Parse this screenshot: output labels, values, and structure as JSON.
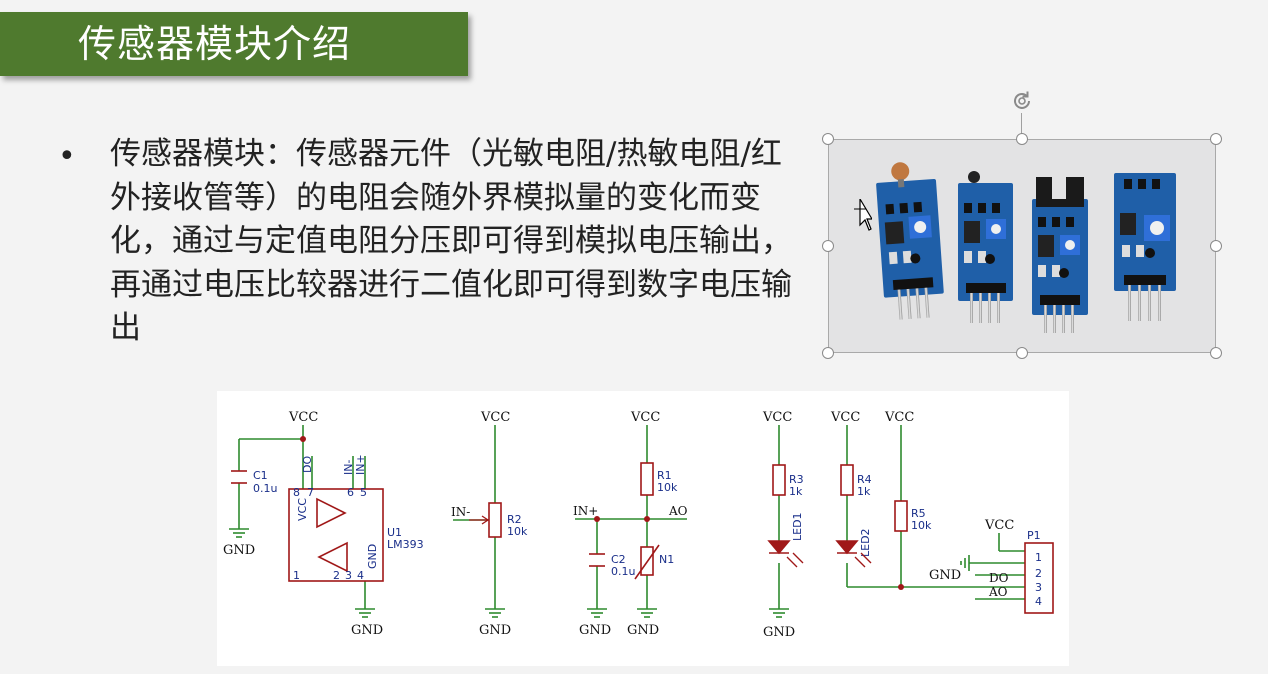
{
  "slide": {
    "title": "传感器模块介绍",
    "bullet": "传感器模块：传感器元件（光敏电阻/热敏电阻/红外接收管等）的电阻会随外界模拟量的变化而变化，通过与定值电阻分压即可得到模拟电压输出，再通过电压比较器进行二值化即可得到数字电压输出"
  },
  "schematic": {
    "labels": {
      "vcc": "VCC",
      "gnd": "GND",
      "c1": "C1",
      "c1_val": "0.1u",
      "u1": "U1",
      "u1_part": "LM393",
      "do": "DO",
      "in_minus": "IN-",
      "in_plus": "IN+",
      "pin_vcc": "VCC",
      "pin_gnd": "GND",
      "p8": "8",
      "p7": "7",
      "p6": "6",
      "p5": "5",
      "p1": "1",
      "p2": "2",
      "p3": "3",
      "p4": "4",
      "r2": "R2",
      "r2_val": "10k",
      "r1": "R1",
      "r1_val": "10k",
      "ao": "AO",
      "c2": "C2",
      "c2_val": "0.1u",
      "n1": "N1",
      "r3": "R3",
      "r3_val": "1k",
      "r4": "R4",
      "r4_val": "1k",
      "r5": "R5",
      "r5_val": "10k",
      "led1": "LED1",
      "led2": "LED2",
      "p1_conn": "P1",
      "c_1": "1",
      "c_2": "2",
      "c_3": "3",
      "c_4": "4"
    }
  },
  "colors": {
    "title_bg": "#4f7a2e",
    "wire": "#2e8b2e",
    "part": "#a01818",
    "label": "#1a2f8a",
    "pcb": "#1f5fa8"
  }
}
